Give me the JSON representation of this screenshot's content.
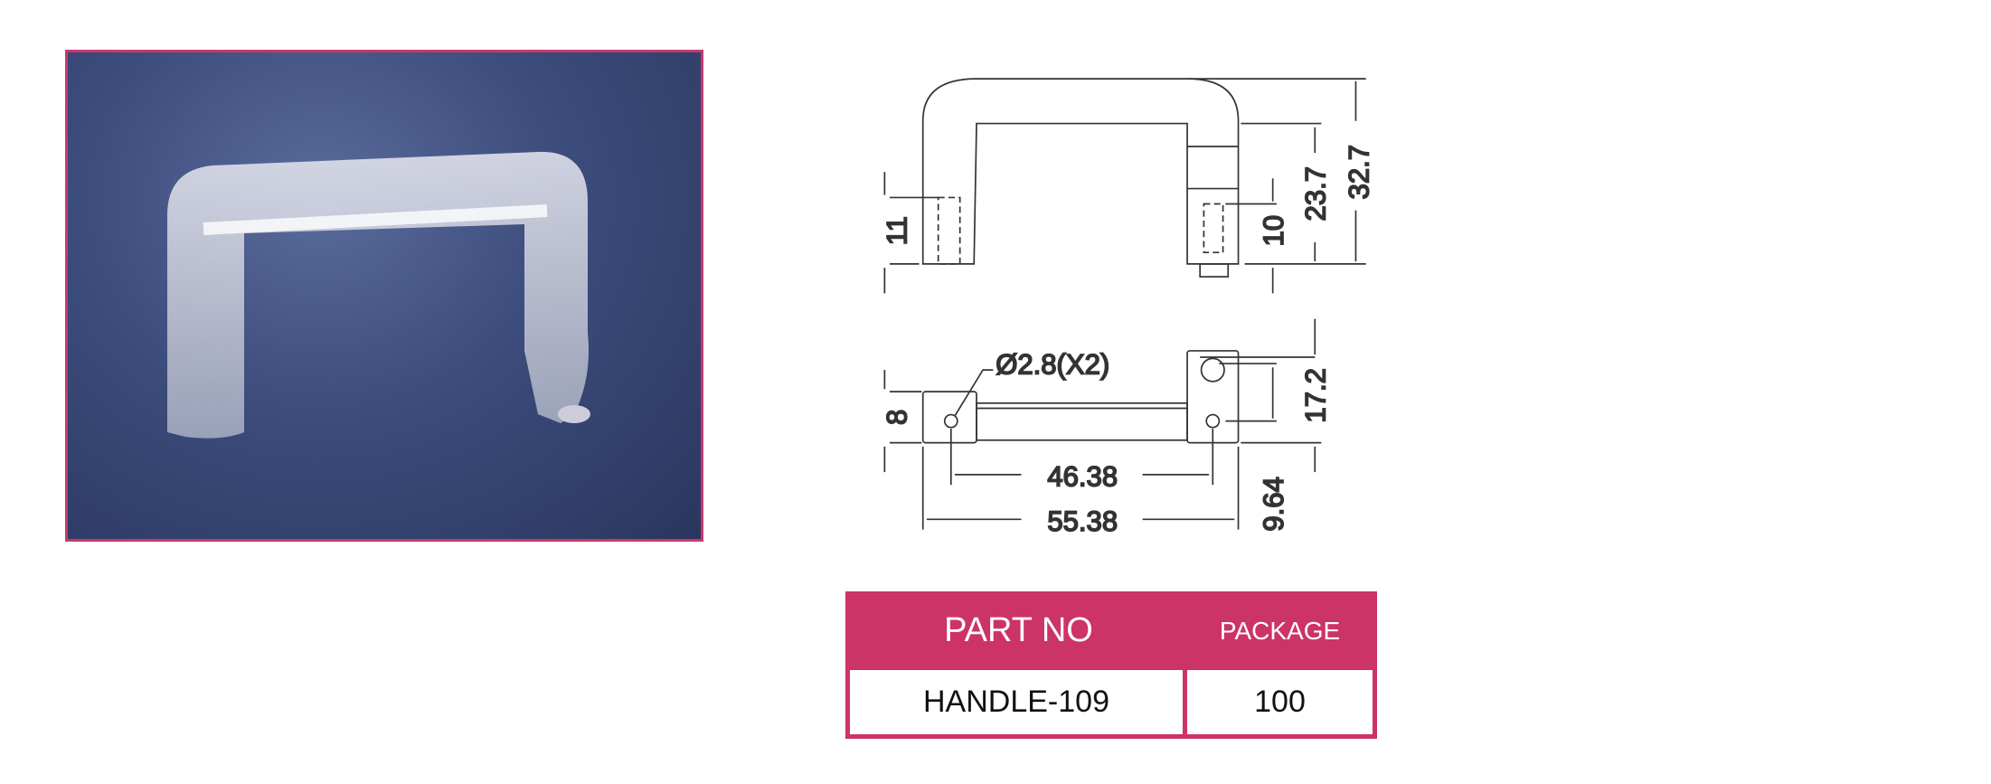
{
  "drawing": {
    "dimensions": {
      "leg_height_left": "11",
      "leg_height_right": "10",
      "inner_height": "23.7",
      "total_height": "32.7",
      "hole_diameter": "Ø2.8(X2)",
      "width_depth": "8",
      "right_depth": "17.2",
      "hole_offset": "9.64",
      "hole_spacing": "46.38",
      "total_length": "55.38"
    }
  },
  "table": {
    "headers": {
      "part_no": "PART NO",
      "package": "PACKAGE"
    },
    "rows": [
      {
        "part_no": "HANDLE-109",
        "package": "100"
      }
    ]
  },
  "colors": {
    "accent": "#cc3366"
  }
}
